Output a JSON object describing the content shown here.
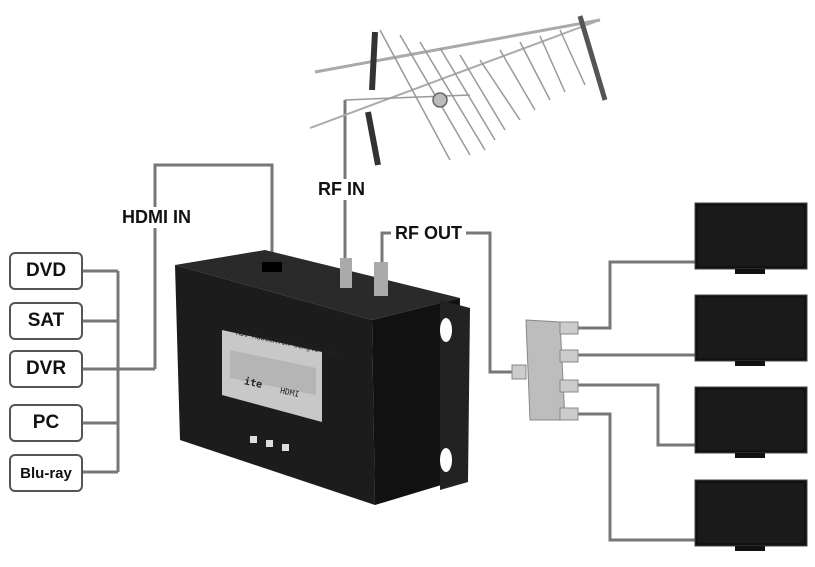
{
  "labels": {
    "hdmi_in": "HDMI IN",
    "rf_in": "RF IN",
    "rf_out": "RF OUT"
  },
  "sources": [
    "DVD",
    "SAT",
    "DVR",
    "PC",
    "Blu-ray"
  ],
  "device": {
    "lcd_text": "HDV MODULATOR Single DVB-T",
    "brand": "ite",
    "hdmi_logo": "HDMI"
  },
  "icons": [
    "antenna-icon",
    "modulator-device-icon",
    "splitter-icon",
    "tv-icon"
  ],
  "colors": {
    "wire": "#777777",
    "box_border": "#555555",
    "device_body": "#1b1b1b",
    "tv_screen": "#101010"
  }
}
